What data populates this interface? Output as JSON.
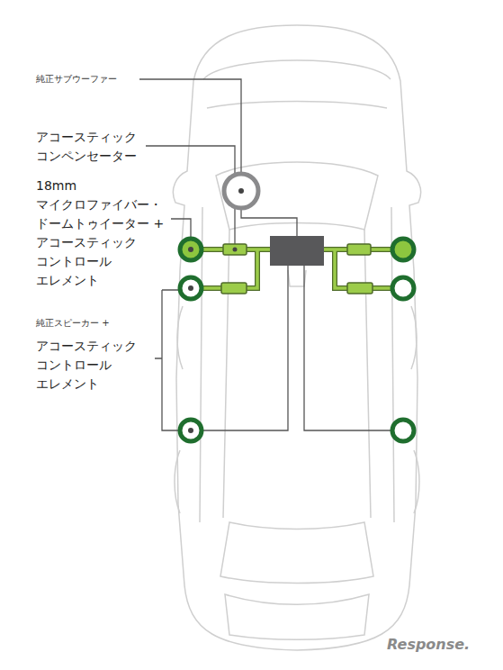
{
  "diagram": {
    "labels": [
      "純正サブウーファー",
      "アコースティック コンペンセーター",
      "18mm マイクロファイバー・ ドームトゥイーター + アコースティック コントロール エレメント",
      "純正スピーカー +",
      "アコースティック コントロール エレメント",
      "Response."
    ]
  }
}
